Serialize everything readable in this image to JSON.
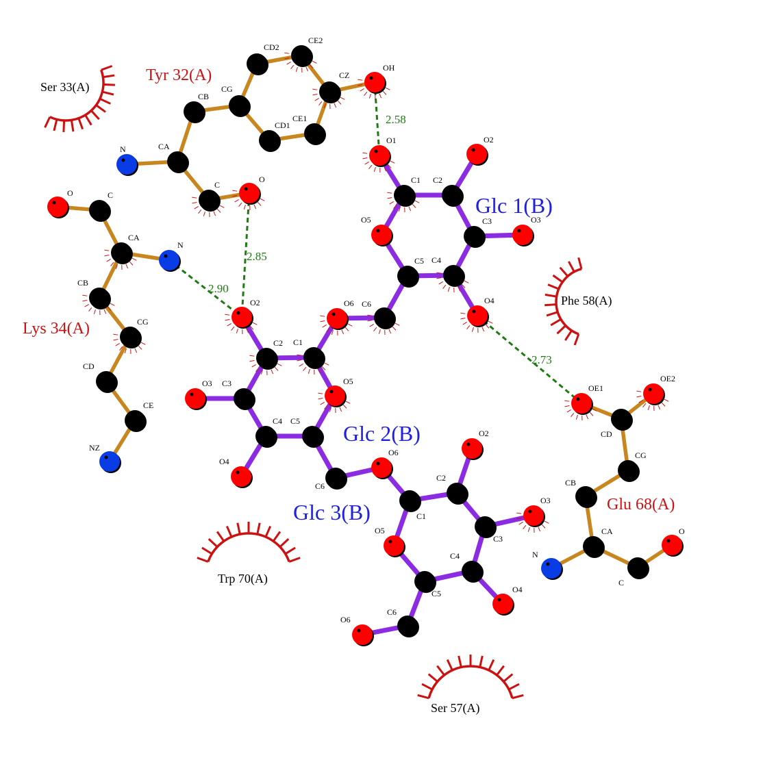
{
  "colors": {
    "ligand_bond": "#8B2BE2",
    "residue_bond": "#C8861E",
    "hbond": "#1E7B12",
    "carbon": "#000000",
    "oxygen": "#FF0000",
    "nitrogen": "#0A3CE6",
    "residue_label": "#CC1111",
    "ligand_label": "#2020E0",
    "hydrophobic": "#CC1111",
    "hydrophobic_label": "#000000"
  },
  "hbond_residues": [
    {
      "id": "tyr32",
      "label": "Tyr 32(A)"
    },
    {
      "id": "lys34",
      "label": "Lys 34(A)"
    },
    {
      "id": "glu68",
      "label": "Glu 68(A)"
    }
  ],
  "ligands": [
    {
      "id": "glc1",
      "label": "Glc 1(B)"
    },
    {
      "id": "glc2",
      "label": "Glc 2(B)"
    },
    {
      "id": "glc3",
      "label": "Glc 3(B)"
    }
  ],
  "hydrophobic_residues": [
    {
      "id": "ser33",
      "label": "Ser 33(A)"
    },
    {
      "id": "phe58",
      "label": "Phe 58(A)"
    },
    {
      "id": "trp70",
      "label": "Trp 70(A)"
    },
    {
      "id": "ser57",
      "label": "Ser 57(A)"
    }
  ],
  "hbonds": [
    {
      "id": "tyr-oh-glc1-o1",
      "distance": "2.58"
    },
    {
      "id": "tyr-o-glc2-o2",
      "distance": "2.85"
    },
    {
      "id": "lys-n-glc2-o2",
      "distance": "2.90"
    },
    {
      "id": "glc1-o4-glu-oe1",
      "distance": "2.73"
    }
  ],
  "atoms": [
    {
      "id": "tyr-n",
      "el": "N",
      "label": "N"
    },
    {
      "id": "tyr-ca",
      "el": "C",
      "label": "CA"
    },
    {
      "id": "tyr-c",
      "el": "C",
      "label": "C"
    },
    {
      "id": "tyr-o",
      "el": "O",
      "label": "O"
    },
    {
      "id": "tyr-cb",
      "el": "C",
      "label": "CB"
    },
    {
      "id": "tyr-cg",
      "el": "C",
      "label": "CG"
    },
    {
      "id": "tyr-cd2",
      "el": "C",
      "label": "CD2"
    },
    {
      "id": "tyr-ce2",
      "el": "C",
      "label": "CE2"
    },
    {
      "id": "tyr-cz",
      "el": "C",
      "label": "CZ"
    },
    {
      "id": "tyr-oh",
      "el": "O",
      "label": "OH"
    },
    {
      "id": "tyr-ce1",
      "el": "C",
      "label": "CE1"
    },
    {
      "id": "tyr-cd1",
      "el": "C",
      "label": "CD1"
    },
    {
      "id": "lys-o",
      "el": "O",
      "label": "O"
    },
    {
      "id": "lys-c",
      "el": "C",
      "label": "C"
    },
    {
      "id": "lys-ca",
      "el": "C",
      "label": "CA"
    },
    {
      "id": "lys-n",
      "el": "N",
      "label": "N"
    },
    {
      "id": "lys-cb",
      "el": "C",
      "label": "CB"
    },
    {
      "id": "lys-cg",
      "el": "C",
      "label": "CG"
    },
    {
      "id": "lys-cd",
      "el": "C",
      "label": "CD"
    },
    {
      "id": "lys-ce",
      "el": "C",
      "label": "CE"
    },
    {
      "id": "lys-nz",
      "el": "N",
      "label": "NZ"
    },
    {
      "id": "g1-o1",
      "el": "O",
      "label": "O1"
    },
    {
      "id": "g1-c1",
      "el": "C",
      "label": "C1"
    },
    {
      "id": "g1-c2",
      "el": "C",
      "label": "C2"
    },
    {
      "id": "g1-o2",
      "el": "O",
      "label": "O2"
    },
    {
      "id": "g1-c3",
      "el": "C",
      "label": "C3"
    },
    {
      "id": "g1-o3",
      "el": "O",
      "label": "O3"
    },
    {
      "id": "g1-c4",
      "el": "C",
      "label": "C4"
    },
    {
      "id": "g1-o4",
      "el": "O",
      "label": "O4"
    },
    {
      "id": "g1-c5",
      "el": "C",
      "label": "C5"
    },
    {
      "id": "g1-o5",
      "el": "O",
      "label": "O5"
    },
    {
      "id": "g1-c6",
      "el": "C",
      "label": "C6"
    },
    {
      "id": "g2-o6",
      "el": "O",
      "label": "O6"
    },
    {
      "id": "g2-c1",
      "el": "C",
      "label": "C1"
    },
    {
      "id": "g2-c2",
      "el": "C",
      "label": "C2"
    },
    {
      "id": "g2-o2",
      "el": "O",
      "label": "O2"
    },
    {
      "id": "g2-c3",
      "el": "C",
      "label": "C3"
    },
    {
      "id": "g2-o3",
      "el": "O",
      "label": "O3"
    },
    {
      "id": "g2-c4",
      "el": "C",
      "label": "C4"
    },
    {
      "id": "g2-o4",
      "el": "O",
      "label": "O4"
    },
    {
      "id": "g2-c5",
      "el": "C",
      "label": "C5"
    },
    {
      "id": "g2-o5",
      "el": "O",
      "label": "O5"
    },
    {
      "id": "g2-c6",
      "el": "C",
      "label": "C6"
    },
    {
      "id": "g3-o6",
      "el": "O",
      "label": "O6"
    },
    {
      "id": "g3-c1",
      "el": "C",
      "label": "C1"
    },
    {
      "id": "g3-c2",
      "el": "C",
      "label": "C2"
    },
    {
      "id": "g3-o2",
      "el": "O",
      "label": "O2"
    },
    {
      "id": "g3-c3",
      "el": "C",
      "label": "C3"
    },
    {
      "id": "g3-o3",
      "el": "O",
      "label": "O3"
    },
    {
      "id": "g3-c4",
      "el": "C",
      "label": "C4"
    },
    {
      "id": "g3-o4",
      "el": "O",
      "label": "O4"
    },
    {
      "id": "g3-c5",
      "el": "C",
      "label": "C5"
    },
    {
      "id": "g3-o5",
      "el": "O",
      "label": "O5"
    },
    {
      "id": "g3-c6",
      "el": "C",
      "label": "C6"
    },
    {
      "id": "g3-o6b",
      "el": "O",
      "label": "O6"
    },
    {
      "id": "glu-n",
      "el": "N",
      "label": "N"
    },
    {
      "id": "glu-ca",
      "el": "C",
      "label": "CA"
    },
    {
      "id": "glu-c",
      "el": "C",
      "label": "C"
    },
    {
      "id": "glu-o",
      "el": "O",
      "label": "O"
    },
    {
      "id": "glu-cb",
      "el": "C",
      "label": "CB"
    },
    {
      "id": "glu-cg",
      "el": "C",
      "label": "CG"
    },
    {
      "id": "glu-cd",
      "el": "C",
      "label": "CD"
    },
    {
      "id": "glu-oe1",
      "el": "O",
      "label": "OE1"
    },
    {
      "id": "glu-oe2",
      "el": "O",
      "label": "OE2"
    }
  ]
}
